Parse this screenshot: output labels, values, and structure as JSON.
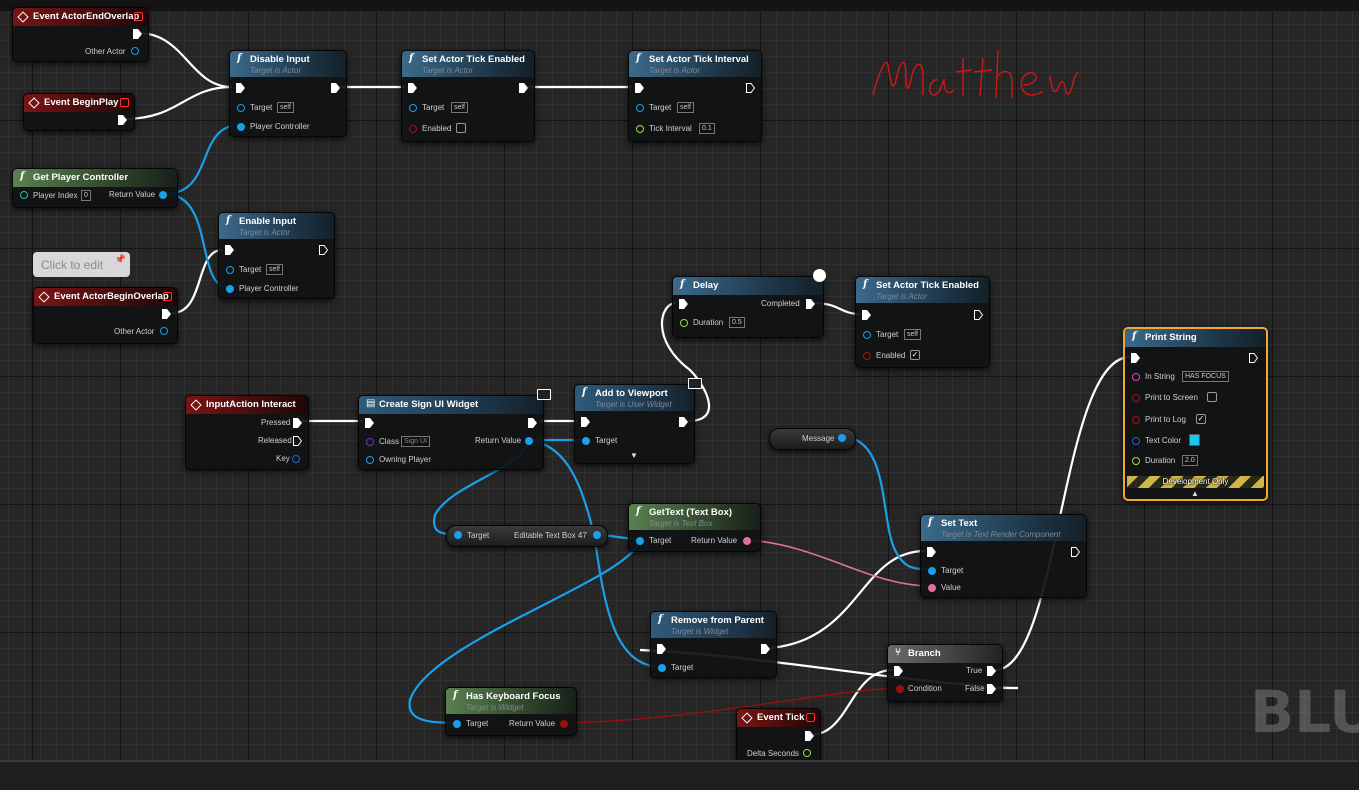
{
  "watermark": "BLUE",
  "signature": "Matthew",
  "comment": {
    "text": "Click to edit"
  },
  "nodes": {
    "actor_end_overlap": {
      "title": "Event ActorEndOverlap",
      "pin_other_actor": "Other Actor"
    },
    "begin_play": {
      "title": "Event BeginPlay"
    },
    "disable_input": {
      "title": "Disable Input",
      "subtitle": "Target is Actor",
      "pin_target": "Target",
      "target_value": "self",
      "pin_player_controller": "Player Controller"
    },
    "set_tick_enabled_1": {
      "title": "Set Actor Tick Enabled",
      "subtitle": "Target is Actor",
      "pin_target": "Target",
      "target_value": "self",
      "pin_enabled": "Enabled"
    },
    "set_tick_interval": {
      "title": "Set Actor Tick Interval",
      "subtitle": "Target is Actor",
      "pin_target": "Target",
      "target_value": "self",
      "pin_tick_interval": "Tick Interval",
      "tick_interval_value": "0.1"
    },
    "get_player_controller": {
      "title": "Get Player Controller",
      "pin_player_index": "Player Index",
      "player_index_value": "0",
      "pin_return": "Return Value"
    },
    "enable_input": {
      "title": "Enable Input",
      "subtitle": "Target is Actor",
      "pin_target": "Target",
      "target_value": "self",
      "pin_player_controller": "Player Controller"
    },
    "actor_begin_overlap": {
      "title": "Event ActorBeginOverlap",
      "pin_other_actor": "Other Actor"
    },
    "delay": {
      "title": "Delay",
      "pin_completed": "Completed",
      "pin_duration": "Duration",
      "duration_value": "0.5"
    },
    "set_tick_enabled_2": {
      "title": "Set Actor Tick Enabled",
      "subtitle": "Target is Actor",
      "pin_target": "Target",
      "target_value": "self",
      "pin_enabled": "Enabled",
      "enabled_checked": "✓"
    },
    "print_string": {
      "title": "Print String",
      "pin_in_string": "In String",
      "in_string_value": "HAS FOCUS",
      "pin_print_screen": "Print to Screen",
      "pin_print_log": "Print to Log",
      "print_log_checked": "✓",
      "pin_text_color": "Text Color",
      "text_color": "#19c8f0",
      "pin_duration": "Duration",
      "duration_value": "2.0",
      "dev_only": "Development Only"
    },
    "input_action": {
      "title": "InputAction Interact",
      "pin_pressed": "Pressed",
      "pin_released": "Released",
      "pin_key": "Key"
    },
    "create_widget": {
      "title": "Create Sign UI Widget",
      "pin_class": "Class",
      "class_value": "Sign UI",
      "pin_return": "Return Value",
      "pin_owning_player": "Owning Player"
    },
    "add_to_viewport": {
      "title": "Add to Viewport",
      "subtitle": "Target is User Widget",
      "pin_target": "Target"
    },
    "message_var": {
      "title": "Message"
    },
    "editable_text_var": {
      "pin_target": "Target",
      "title": "Editable Text Box 47"
    },
    "get_text": {
      "title": "GetText (Text Box)",
      "subtitle": "Target is Text Box",
      "pin_target": "Target",
      "pin_return": "Return Value"
    },
    "set_text": {
      "title": "Set Text",
      "subtitle": "Target is Text Render Component",
      "pin_target": "Target",
      "pin_value": "Value"
    },
    "remove_from_parent": {
      "title": "Remove from Parent",
      "subtitle": "Target is Widget",
      "pin_target": "Target"
    },
    "branch": {
      "title": "Branch",
      "pin_true": "True",
      "pin_false": "False",
      "pin_condition": "Condition"
    },
    "has_keyboard_focus": {
      "title": "Has Keyboard Focus",
      "subtitle": "Target is Widget",
      "pin_target": "Target",
      "pin_return": "Return Value"
    },
    "event_tick": {
      "title": "Event Tick",
      "pin_delta": "Delta Seconds"
    }
  },
  "colors": {
    "exec_wire": "#ffffff",
    "object_wire": "#1aa0e8",
    "string_wire": "#e070a0",
    "bool_wire": "#9a1010",
    "signature": "#d01818",
    "selection": "#f0a830"
  }
}
